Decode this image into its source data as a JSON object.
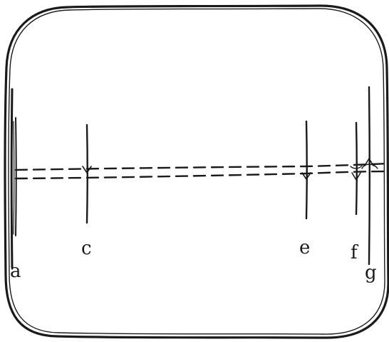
{
  "diagram": {
    "labels": {
      "a": "a",
      "c": "c",
      "e": "e",
      "f": "f",
      "g": "g"
    }
  }
}
